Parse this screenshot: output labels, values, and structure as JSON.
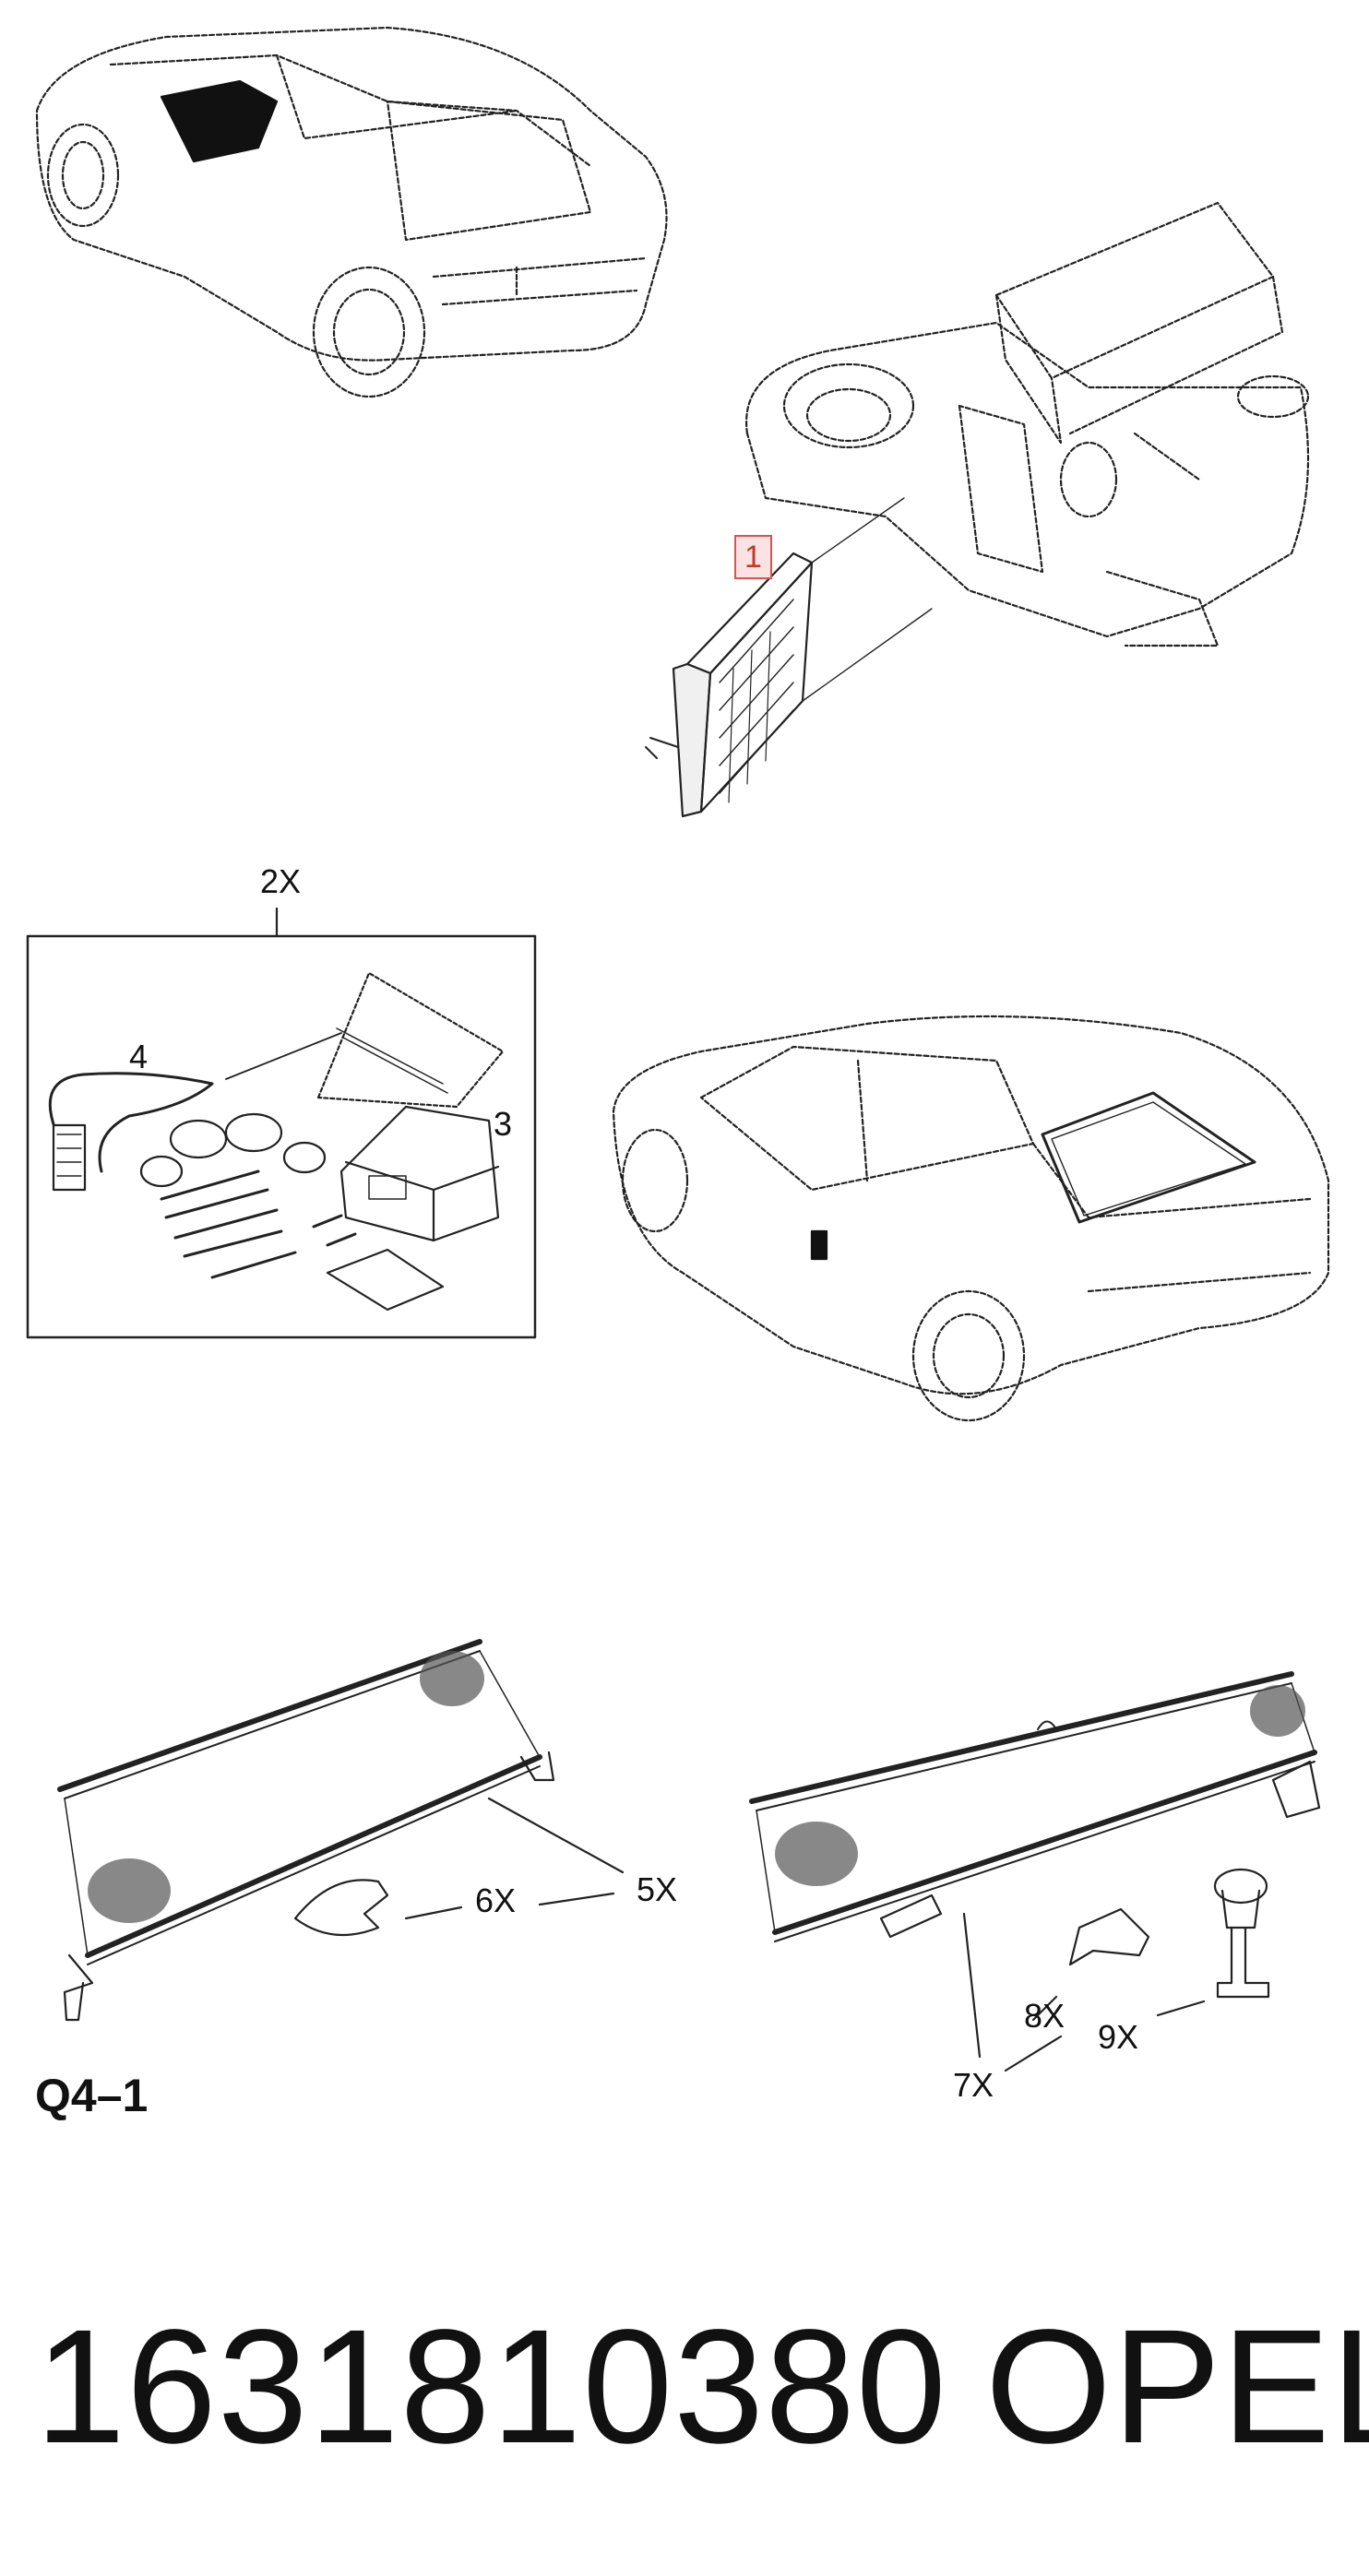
{
  "callouts": {
    "c1": "1",
    "c2x": "2X",
    "c3": "3",
    "c4": "4",
    "c5x": "5X",
    "c6x": "6X",
    "c7x": "7X",
    "c8x": "8X",
    "c9x": "9X"
  },
  "reference": "Q4–1",
  "part_number": "1631810380",
  "brand": "OPEL",
  "colors": {
    "highlight_border": "#d9534f",
    "highlight_fill": "#fbe3e3",
    "line": "#222222"
  }
}
